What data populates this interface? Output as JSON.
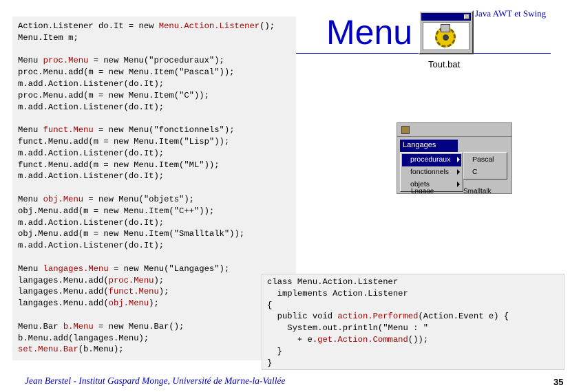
{
  "header": {
    "course": "Java AWT et Swing",
    "title": "Menu",
    "icon_caption": "Tout.bat"
  },
  "code_main": {
    "lines": [
      [
        "Action.Listener do.It = new ",
        {
          "hl": "Menu.Action.Listener"
        },
        "();"
      ],
      [
        "Menu.Item m;"
      ],
      [
        ""
      ],
      [
        "Menu ",
        {
          "hl": "proc.Menu"
        },
        " = new Menu(\"proceduraux\");"
      ],
      [
        "proc.Menu.add(m = new Menu.Item(\"Pascal\"));"
      ],
      [
        "m.add.Action.Listener(do.It);"
      ],
      [
        "proc.Menu.add(m = new Menu.Item(\"C\"));"
      ],
      [
        "m.add.Action.Listener(do.It);"
      ],
      [
        ""
      ],
      [
        "Menu ",
        {
          "hl": "funct.Menu"
        },
        " = new Menu(\"fonctionnels\");"
      ],
      [
        "funct.Menu.add(m = new Menu.Item(\"Lisp\"));"
      ],
      [
        "m.add.Action.Listener(do.It);"
      ],
      [
        "funct.Menu.add(m = new Menu.Item(\"ML\"));"
      ],
      [
        "m.add.Action.Listener(do.It);"
      ],
      [
        ""
      ],
      [
        "Menu ",
        {
          "hl": "obj.Menu"
        },
        " = new Menu(\"objets\");"
      ],
      [
        "obj.Menu.add(m = new Menu.Item(\"C++\"));"
      ],
      [
        "m.add.Action.Listener(do.It);"
      ],
      [
        "obj.Menu.add(m = new Menu.Item(\"Smalltalk\"));"
      ],
      [
        "m.add.Action.Listener(do.It);"
      ],
      [
        ""
      ],
      [
        "Menu ",
        {
          "hl": "langages.Menu"
        },
        " = new Menu(\"Langages\");"
      ],
      [
        "langages.Menu.add(",
        {
          "hl": "proc.Menu"
        },
        ");"
      ],
      [
        "langages.Menu.add(",
        {
          "hl": "funct.Menu"
        },
        ");"
      ],
      [
        "langages.Menu.add(",
        {
          "hl": "obj.Menu"
        },
        ");"
      ],
      [
        ""
      ],
      [
        "Menu.Bar ",
        {
          "hl": "b.Menu"
        },
        " = new Menu.Bar();"
      ],
      [
        "b.Menu.add(langages.Menu);"
      ],
      [
        {
          "hl": "set.Menu.Bar"
        },
        "(b.Menu);"
      ]
    ]
  },
  "code_listener": {
    "lines": [
      [
        "class Menu.Action.Listener"
      ],
      [
        "  implements Action.Listener"
      ],
      [
        "{"
      ],
      [
        "  public void ",
        {
          "hl": "action.Performed"
        },
        "(Action.Event e) {"
      ],
      [
        "    System.out.println(\"Menu : \""
      ],
      [
        "      + e.",
        {
          "hl": "get.Action.Command"
        },
        "());"
      ],
      [
        "  }"
      ],
      [
        "}"
      ]
    ]
  },
  "screenshot": {
    "menubar_label": "Langages",
    "menu_items": [
      "proceduraux",
      "fonctionnels",
      "objets"
    ],
    "submenu_items": [
      "Pascal",
      "C"
    ],
    "partial_text_left": "Lngage",
    "partial_text_right": "Smalltalk"
  },
  "footer": {
    "author": "Jean Berstel  -  Institut Gaspard Monge, Université de Marne-la-Vallée",
    "page_number": "35"
  }
}
